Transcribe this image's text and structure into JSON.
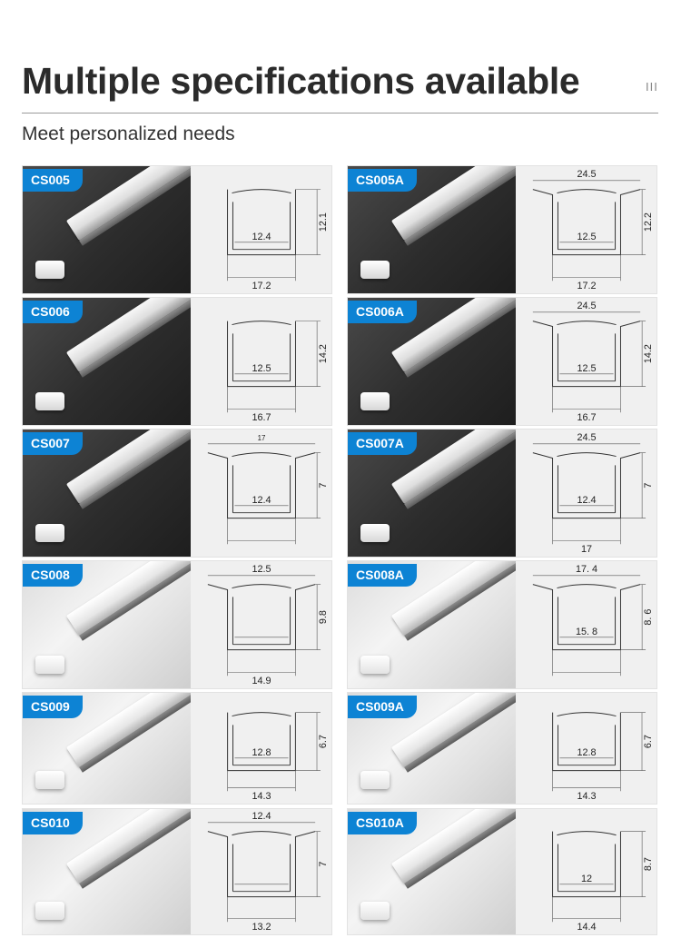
{
  "header": {
    "title": "Multiple specifications available",
    "subtitle": "Meet personalized needs",
    "menu_icon": "III"
  },
  "products": [
    {
      "code": "CS005",
      "top_width": "",
      "inner_width": "12.4",
      "outer_width": "17.2",
      "height": "12.1"
    },
    {
      "code": "CS005A",
      "top_width": "24.5",
      "inner_width": "12.5",
      "outer_width": "17.2",
      "height": "12.2"
    },
    {
      "code": "CS006",
      "top_width": "",
      "inner_width": "12.5",
      "outer_width": "16.7",
      "height": "14.2"
    },
    {
      "code": "CS006A",
      "top_width": "24.5",
      "inner_width": "12.5",
      "outer_width": "16.7",
      "height": "14.2"
    },
    {
      "code": "CS007",
      "top_width": "17",
      "inner_width": "12.4",
      "outer_width": "",
      "height": "7"
    },
    {
      "code": "CS007A",
      "top_width": "24.5",
      "inner_width": "12.4",
      "outer_width": "17",
      "height": "7"
    },
    {
      "code": "CS008",
      "top_width": "12.5",
      "inner_width": "",
      "outer_width": "14.9",
      "height": "9.8"
    },
    {
      "code": "CS008A",
      "top_width": "17. 4",
      "inner_width": "15. 8",
      "outer_width": "",
      "height": "8. 6"
    },
    {
      "code": "CS009",
      "top_width": "",
      "inner_width": "12.8",
      "outer_width": "14.3",
      "height": "6.7"
    },
    {
      "code": "CS009A",
      "top_width": "",
      "inner_width": "12.8",
      "outer_width": "14.3",
      "height": "6.7"
    },
    {
      "code": "CS010",
      "top_width": "12.4",
      "inner_width": "",
      "outer_width": "13.2",
      "height": "7"
    },
    {
      "code": "CS010A",
      "top_width": "",
      "inner_width": "12",
      "outer_width": "14.4",
      "height": "8.7"
    }
  ]
}
